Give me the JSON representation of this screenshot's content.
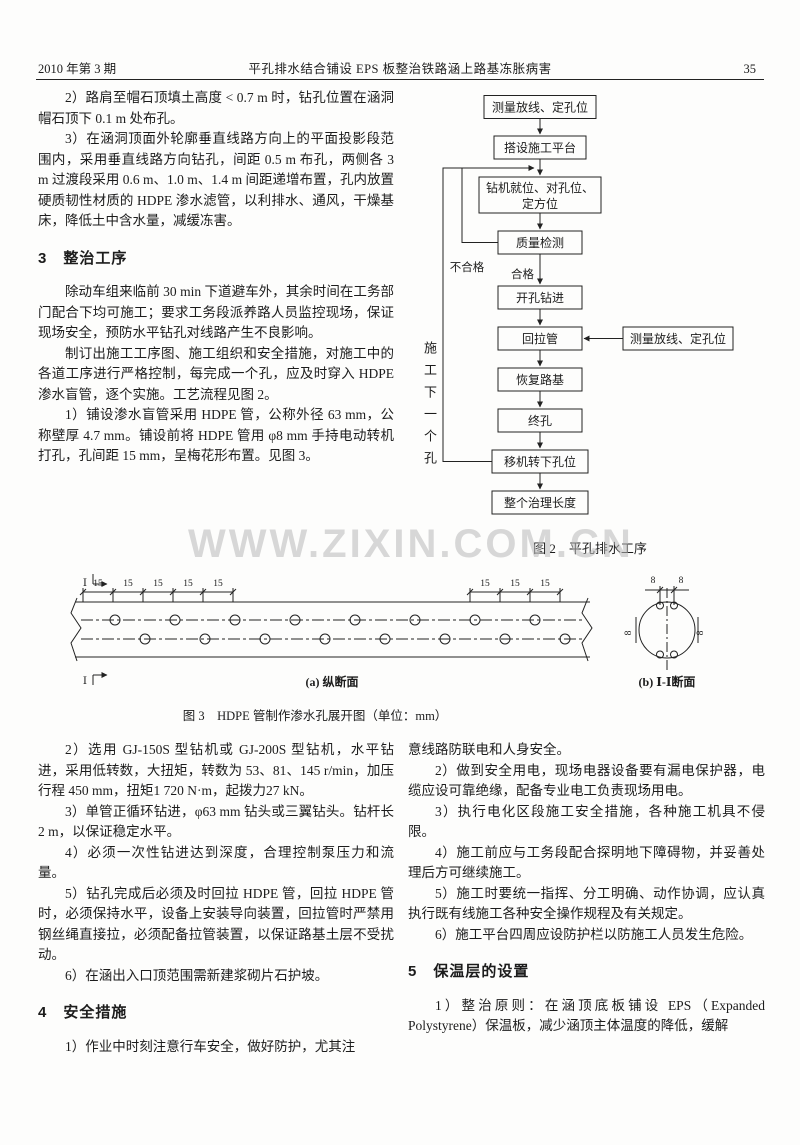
{
  "header": {
    "issue": "2010 年第 3 期",
    "title": "平孔排水结合铺设 EPS 板整治铁路涵上路基冻胀病害",
    "page_number": "35"
  },
  "watermark": "WWW.ZIXIN.COM.CN",
  "left_top": {
    "p1": "2）路肩至帽石顶填土高度 < 0.7 m 时，钻孔位置在涵洞帽石顶下 0.1 m 处布孔。",
    "p2": "3）在涵洞顶面外轮廓垂直线路方向上的平面投影段范围内，采用垂直线路方向钻孔，间距 0.5 m 布孔，两侧各 3 m 过渡段采用 0.6 m、1.0 m、1.4 m 间距递增布置，孔内放置硬质韧性材质的 HDPE 渗水滤管，以利排水、通风，干燥基床，降低土中含水量，减缓冻害。",
    "heading": "3　整治工序",
    "p3": "除动车组来临前 30 min 下道避车外，其余时间在工务部门配合下均可施工；要求工务段派养路人员监控现场，保证现场安全，预防水平钻孔对线路产生不良影响。",
    "p4": "制订出施工工序图、施工组织和安全措施，对施工中的各道工序进行严格控制，每完成一个孔，应及时穿入 HDPE 渗水盲管，逐个实施。工艺流程见图 2。",
    "p5": "1）铺设渗水盲管采用 HDPE 管，公称外径 63 mm，公称壁厚 4.7 mm。铺设前将 HDPE 管用 φ8 mm 手持电动转机打孔，孔间距 15 mm，呈梅花形布置。见图 3。"
  },
  "flowchart": {
    "boxes": {
      "b1": "测量放线、定孔位",
      "b2": "搭设施工平台",
      "b3_line1": "钻机就位、对孔位、",
      "b3_line2": "定方位",
      "b4": "质量检测",
      "b5": "开孔钻进",
      "b6": "回拉管",
      "b7": "恢复路基",
      "b8": "终孔",
      "b9": "移机转下孔位",
      "b10": "整个治理长度",
      "side": "测量放线、定孔位"
    },
    "fail_label": "不合格",
    "pass_label": "合格",
    "loop_label": "施工下一个孔",
    "caption": "图 2　平孔排水工序"
  },
  "figure3": {
    "dim15": "15",
    "dim8": "8",
    "cut_label": "Ⅰ",
    "label_a": "(a) 纵断面",
    "label_b": "(b) Ⅰ-Ⅰ断面",
    "caption": "图 3　HDPE 管制作渗水孔展开图（单位：mm）"
  },
  "left_bottom": {
    "p1": "2）选用 GJ-150S 型钻机或 GJ-200S 型钻机，水平钻进，采用低转数，大扭矩，转数为 53、81、145 r/min，加压行程 450 mm，扭矩1 720 N·m，起拨力27 kN。",
    "p2": "3）单管正循环钻进，φ63 mm 钻头或三翼钻头。钻杆长 2 m，以保证稳定水平。",
    "p3": "4）必须一次性钻进达到深度，合理控制泵压力和流量。",
    "p4": "5）钻孔完成后必须及时回拉 HDPE 管，回拉 HDPE 管时，必须保持水平，设备上安装导向装置，回拉管时严禁用钢丝绳直接拉，必须配备拉管装置，以保证路基土层不受扰动。",
    "p5": "6）在涵出入口顶范围需新建浆砌片石护坡。",
    "heading": "4　安全措施",
    "p6": "1）作业中时刻注意行车安全，做好防护，尤其注"
  },
  "right_bottom": {
    "p1": "意线路防联电和人身安全。",
    "p2": "2）做到安全用电，现场电器设备要有漏电保护器，电缆应设可靠绝缘，配备专业电工负责现场用电。",
    "p3": "3）执行电化区段施工安全措施，各种施工机具不侵限。",
    "p4": "4）施工前应与工务段配合探明地下障碍物，并妥善处理后方可继续施工。",
    "p5": "5）施工时要统一指挥、分工明确、动作协调，应认真执行既有线施工各种安全操作规程及有关规定。",
    "p6": "6）施工平台四周应设防护栏以防施工人员发生危险。",
    "heading": "5　保温层的设置",
    "p7": "1）整治原则：在涵顶底板铺设 EPS（Expanded Polystyrene）保温板，减少涵顶主体温度的降低，缓解"
  }
}
